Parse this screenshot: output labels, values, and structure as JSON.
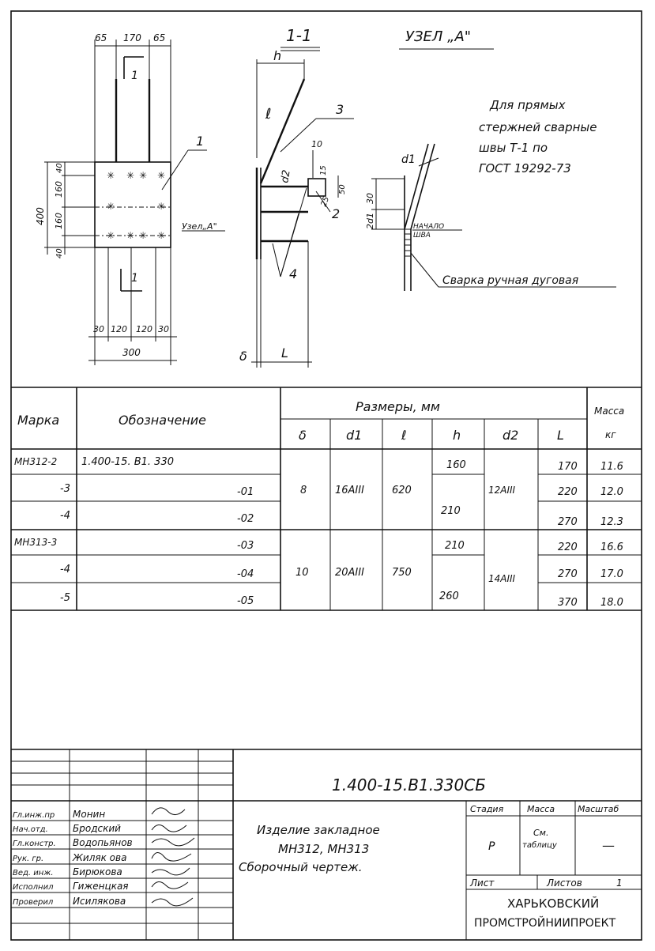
{
  "drawing": {
    "section_title": "1-1",
    "node_title": "УЗЕЛ „А\"",
    "top_dims": [
      "65",
      "170",
      "65"
    ],
    "left_total": "400",
    "left_dims": [
      "160",
      "160",
      "40",
      "40"
    ],
    "bottom_dims": [
      "30",
      "120",
      "120",
      "30"
    ],
    "bottom_total": "300",
    "cut_mark": "1",
    "part_labels": [
      "1",
      "2",
      "3",
      "4"
    ],
    "node_ref": "Узел„А\"",
    "section_labels": {
      "h": "h",
      "l": "ℓ",
      "delta": "δ",
      "L": "L",
      "d2": "d2",
      "d1": "d1"
    },
    "section_dims": [
      "10",
      "15",
      "50",
      "25"
    ],
    "node_dims": [
      "2d1",
      "30"
    ],
    "weld_start": [
      "НАЧАЛО",
      "ШВА"
    ],
    "welding_note": "Сварка ручная дуговая",
    "weld_note": [
      "Для прямых",
      "стержней сварные",
      "швы Т-1 по",
      "ГОСТ 19292-73"
    ]
  },
  "table": {
    "headers": {
      "mark": "Марка",
      "designation": "Обозначение",
      "dims_group": "Размеры, мм",
      "mass_line1": "Масса",
      "mass_line2": "кг",
      "delta": "δ",
      "d1": "d1",
      "l": "ℓ",
      "h": "h",
      "d2": "d2",
      "L": "L"
    },
    "rows": [
      {
        "mark": "МН312-2",
        "designation": "1.400-15. В1. 330",
        "L": "170",
        "mass": "11.6"
      },
      {
        "mark": "-3",
        "designation": "-01",
        "L": "220",
        "mass": "12.0"
      },
      {
        "mark": "-4",
        "designation": "-02",
        "L": "270",
        "mass": "12.3"
      },
      {
        "mark": "МН313-3",
        "designation": "-03",
        "L": "220",
        "mass": "16.6"
      },
      {
        "mark": "-4",
        "designation": "-04",
        "L": "270",
        "mass": "17.0"
      },
      {
        "mark": "-5",
        "designation": "-05",
        "L": "370",
        "mass": "18.0"
      }
    ],
    "group1": {
      "delta": "8",
      "d1": "16АIII",
      "l": "620",
      "d2": "12АIII",
      "h_a": "160",
      "h_b": "210"
    },
    "group2": {
      "delta": "10",
      "d1": "20АIII",
      "l": "750",
      "d2": "14АIII",
      "h_a": "210",
      "h_b": "260"
    }
  },
  "stamp": {
    "doc_code": "1.400-15.В1.330СБ",
    "title_lines": [
      "Изделие закладное",
      "МН312, МН313",
      "Сборочный чертеж."
    ],
    "roles": [
      "Гл.инж.пр",
      "Нач.отд.",
      "Гл.констр.",
      "Рук. гр.",
      "Вед. инж.",
      "Исполнил",
      "Проверил"
    ],
    "names": [
      "Монин",
      "Бродский",
      "Водопьянов",
      "Жиляк ова",
      "Бирюкова",
      "Гиженцкая",
      "Исилякова"
    ],
    "stage_label": "Стадия",
    "stage_value": "Р",
    "mass_label": "Масса",
    "mass_value": [
      "См.",
      "таблицу"
    ],
    "scale_label": "Масштаб",
    "scale_value": "—",
    "sheet_label": "Лист",
    "sheets_label": "Листов",
    "sheets_value": "1",
    "org": [
      "ХАРЬКОВСКИЙ",
      "ПРОМСТРОЙНИИПРОЕКТ"
    ]
  }
}
